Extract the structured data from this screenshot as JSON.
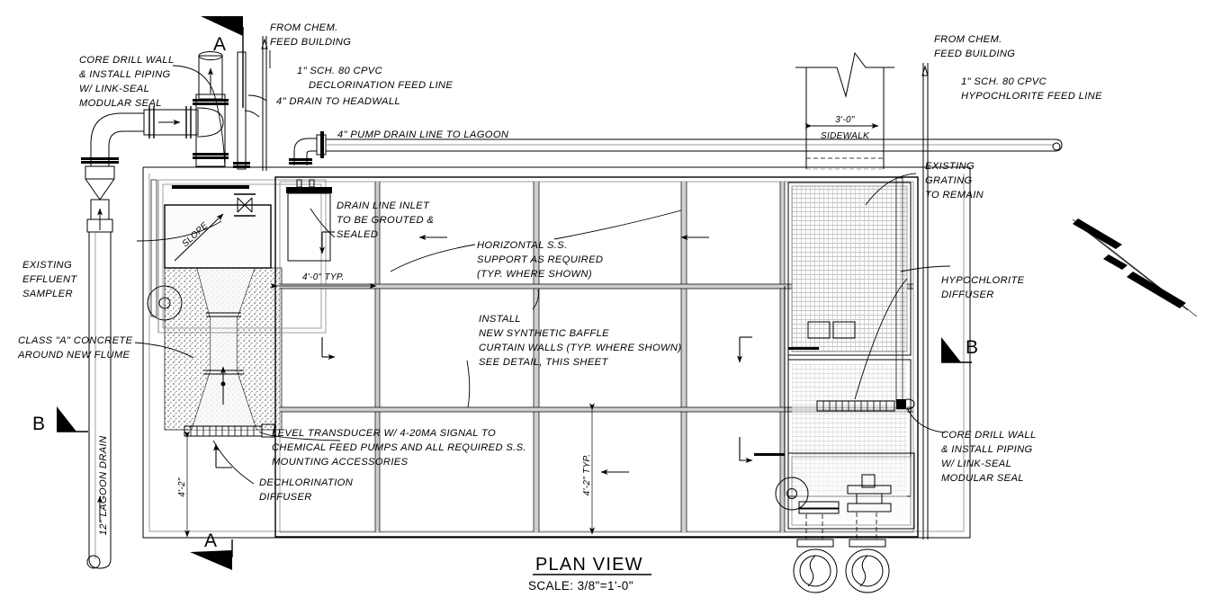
{
  "drawing": {
    "title": "PLAN VIEW",
    "scale": "SCALE:  3/8\"=1'-0\"",
    "section_marks": {
      "a_top": "A",
      "a_bottom": "A",
      "b_left": "B",
      "b_right": "B"
    }
  },
  "notes": {
    "core_drill_left": {
      "l1": "CORE DRILL WALL",
      "l2": "& INSTALL PIPING",
      "l3": "W/ LINK-SEAL",
      "l4": "MODULAR SEAL"
    },
    "from_chem_left": {
      "l1": "FROM CHEM.",
      "l2": "FEED BUILDING"
    },
    "dechlor_feed": {
      "l1": "1\" SCH. 80 CPVC",
      "l2": "DECLORINATION FEED LINE"
    },
    "drain_headwall": {
      "l1": "4\" DRAIN TO HEADWALL"
    },
    "pump_drain": {
      "l1": "4\" PUMP DRAIN LINE TO LAGOON"
    },
    "from_chem_right": {
      "l1": "FROM CHEM.",
      "l2": "FEED BUILDING"
    },
    "hypo_feed": {
      "l1": "1\" SCH. 80 CPVC",
      "l2": "HYPOCHLORITE FEED LINE"
    },
    "existing_sampler": {
      "l1": "EXISTING",
      "l2": "EFFLUENT",
      "l3": "SAMPLER"
    },
    "class_a_concrete": {
      "l1": "CLASS \"A\" CONCRETE",
      "l2": "AROUND NEW FLUME"
    },
    "lagoon_drain": {
      "l1": "12\" LAGOON DRAIN"
    },
    "drain_line_inlet": {
      "l1": "DRAIN LINE INLET",
      "l2": "TO BE GROUTED &",
      "l3": "SEALED"
    },
    "horizontal_ss": {
      "l1": "HORIZONTAL S.S.",
      "l2": "SUPPORT AS REQUIRED",
      "l3": "(TYP. WHERE SHOWN)"
    },
    "baffle_curtain": {
      "l1": "INSTALL",
      "l2": "NEW SYNTHETIC BAFFLE",
      "l3": "CURTAIN WALLS (TYP. WHERE SHOWN)",
      "l4": "SEE DETAIL, THIS SHEET"
    },
    "level_transducer": {
      "l1": "LEVEL TRANSDUCER W/ 4-20MA SIGNAL TO",
      "l2": "CHEMICAL FEED PUMPS AND ALL REQUIRED S.S.",
      "l3": "MOUNTING ACCESSORIES"
    },
    "dechlorination_diffuser": {
      "l1": "DECHLORINATION",
      "l2": "DIFFUSER"
    },
    "existing_grating": {
      "l1": "EXISTING",
      "l2": "GRATING",
      "l3": "TO REMAIN"
    },
    "hypochlorite_diffuser": {
      "l1": "HYPOCHLORITE",
      "l2": "DIFFUSER"
    },
    "core_drill_right": {
      "l1": "CORE DRILL WALL",
      "l2": "& INSTALL PIPING",
      "l3": "W/ LINK-SEAL",
      "l4": "MODULAR SEAL"
    }
  },
  "dimensions": {
    "sidewalk_width": "3'-0\"",
    "sidewalk_label": "SIDEWALK",
    "bay_width_typ": "4'-0\" TYP.",
    "bay_height_left": "4'-2\"",
    "bay_height_mid": "4'-2\" TYP."
  },
  "labels": {
    "slope": "SLOPE"
  },
  "colors": {
    "line": "#000000",
    "hatch": "#9a9a9a",
    "background": "#ffffff"
  }
}
